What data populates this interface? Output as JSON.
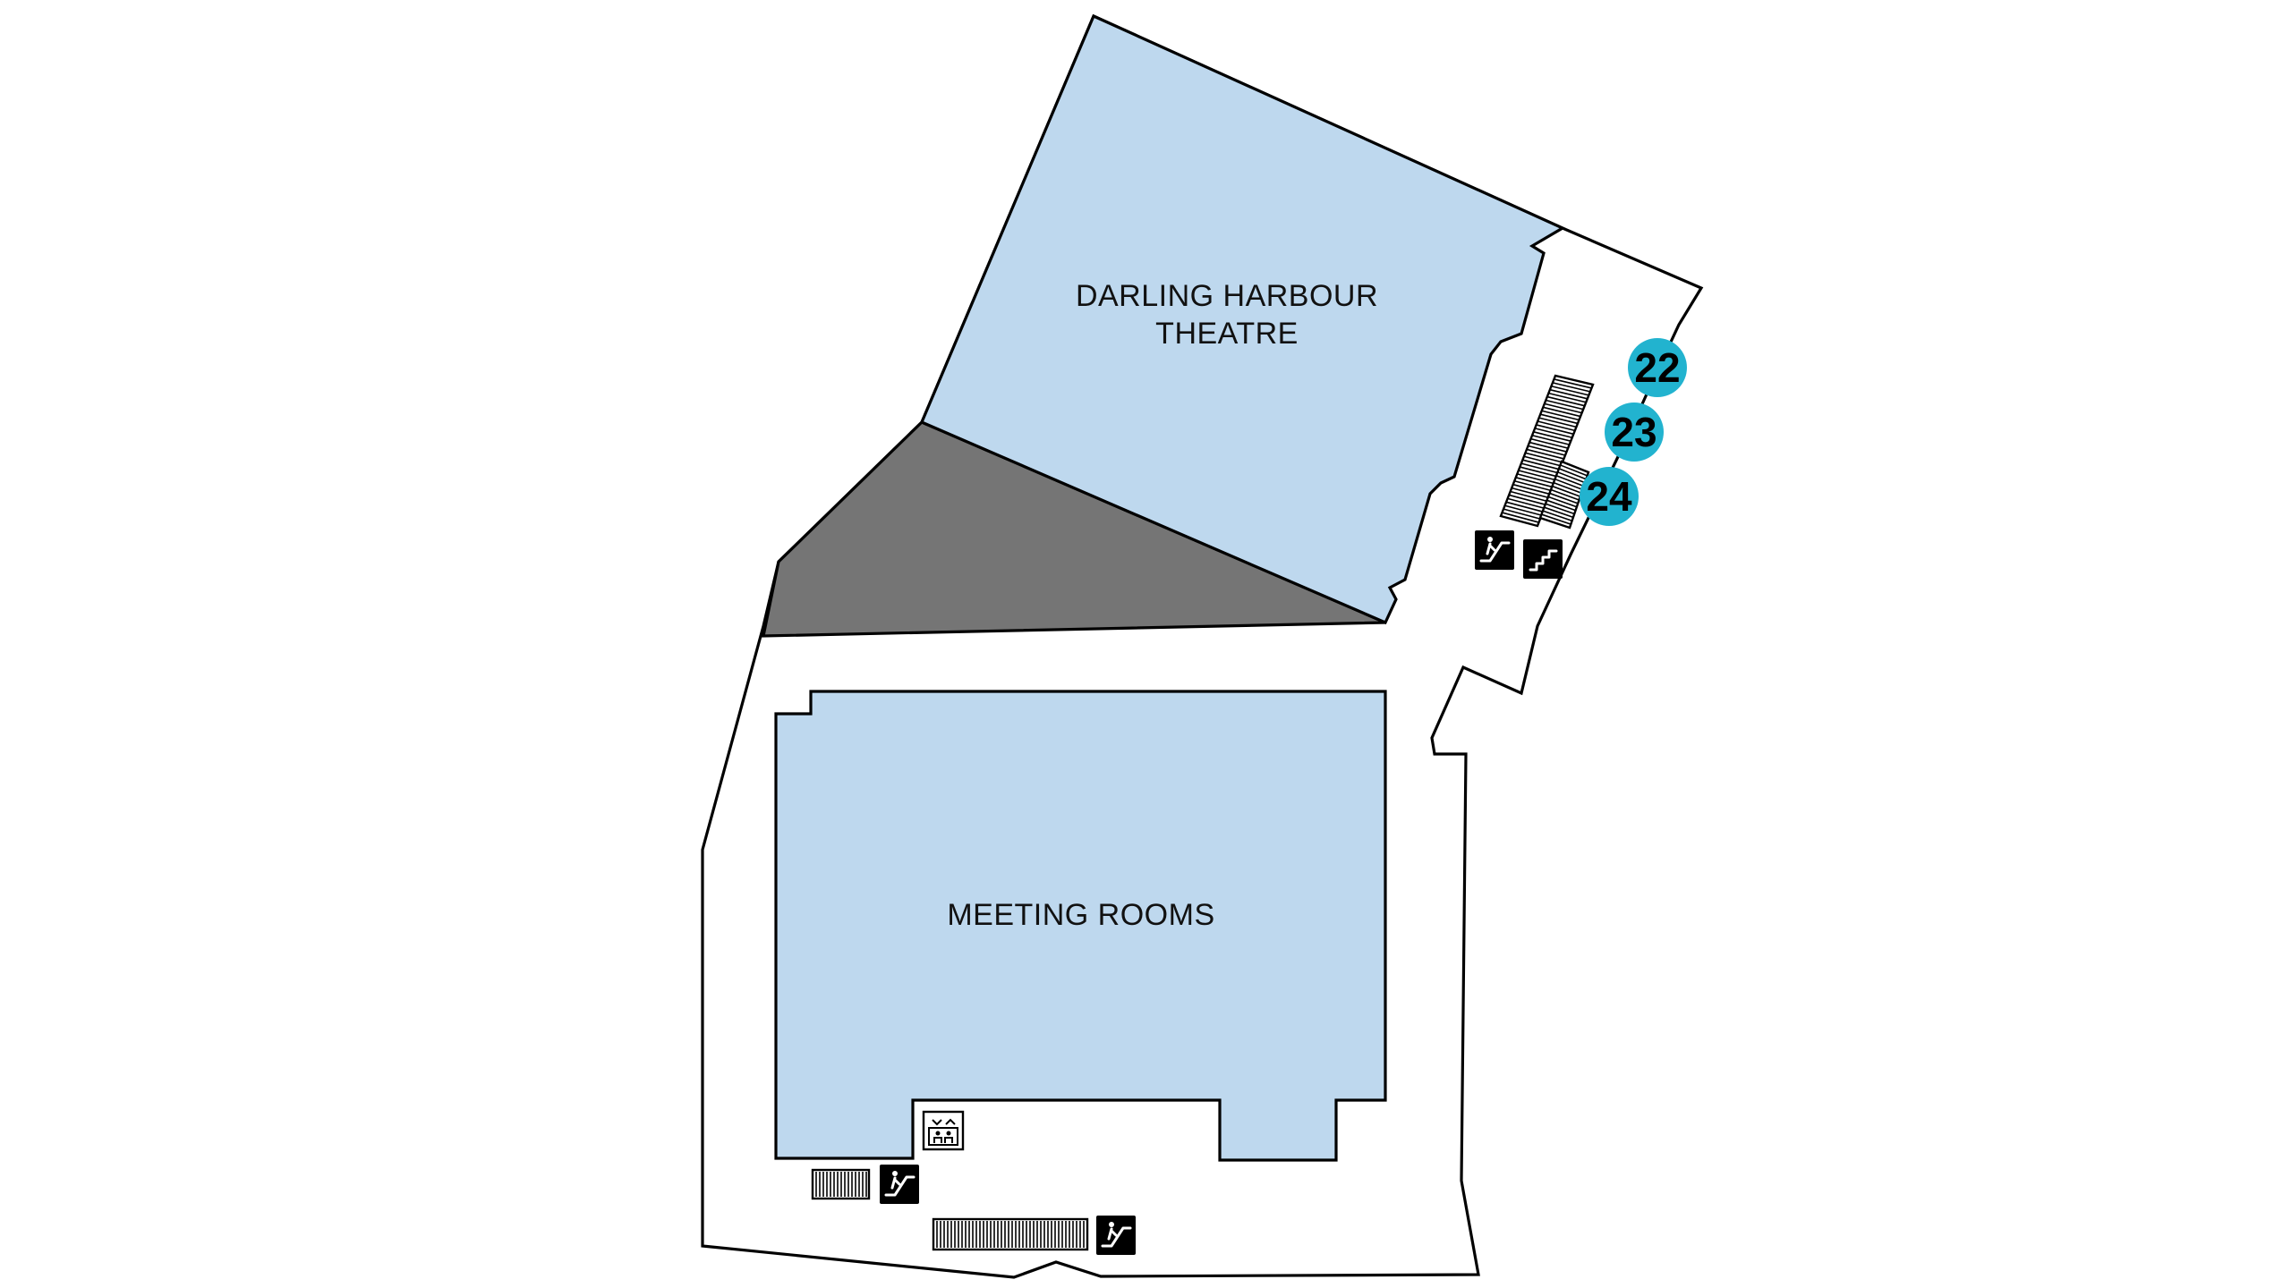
{
  "map": {
    "rooms": [
      {
        "id": "theatre",
        "label_lines": [
          "DARLING HARBOUR",
          "THEATRE"
        ]
      },
      {
        "id": "meeting",
        "label_lines": [
          "MEETING ROOMS"
        ]
      }
    ],
    "markers": [
      {
        "label": "22"
      },
      {
        "label": "23"
      },
      {
        "label": "24"
      }
    ],
    "icons": [
      {
        "name": "escalator-icon",
        "location": "upper-right corridor"
      },
      {
        "name": "stairs-icon",
        "location": "upper-right corridor"
      },
      {
        "name": "lift-icon",
        "location": "below meeting rooms"
      },
      {
        "name": "escalator-icon",
        "location": "lower-left"
      },
      {
        "name": "escalator-icon",
        "location": "bottom"
      }
    ],
    "colors": {
      "room_fill": "#bed8ee",
      "restricted_fill": "#757575",
      "marker_fill": "#22b3cf",
      "outline": "#000000",
      "background": "#ffffff"
    }
  }
}
